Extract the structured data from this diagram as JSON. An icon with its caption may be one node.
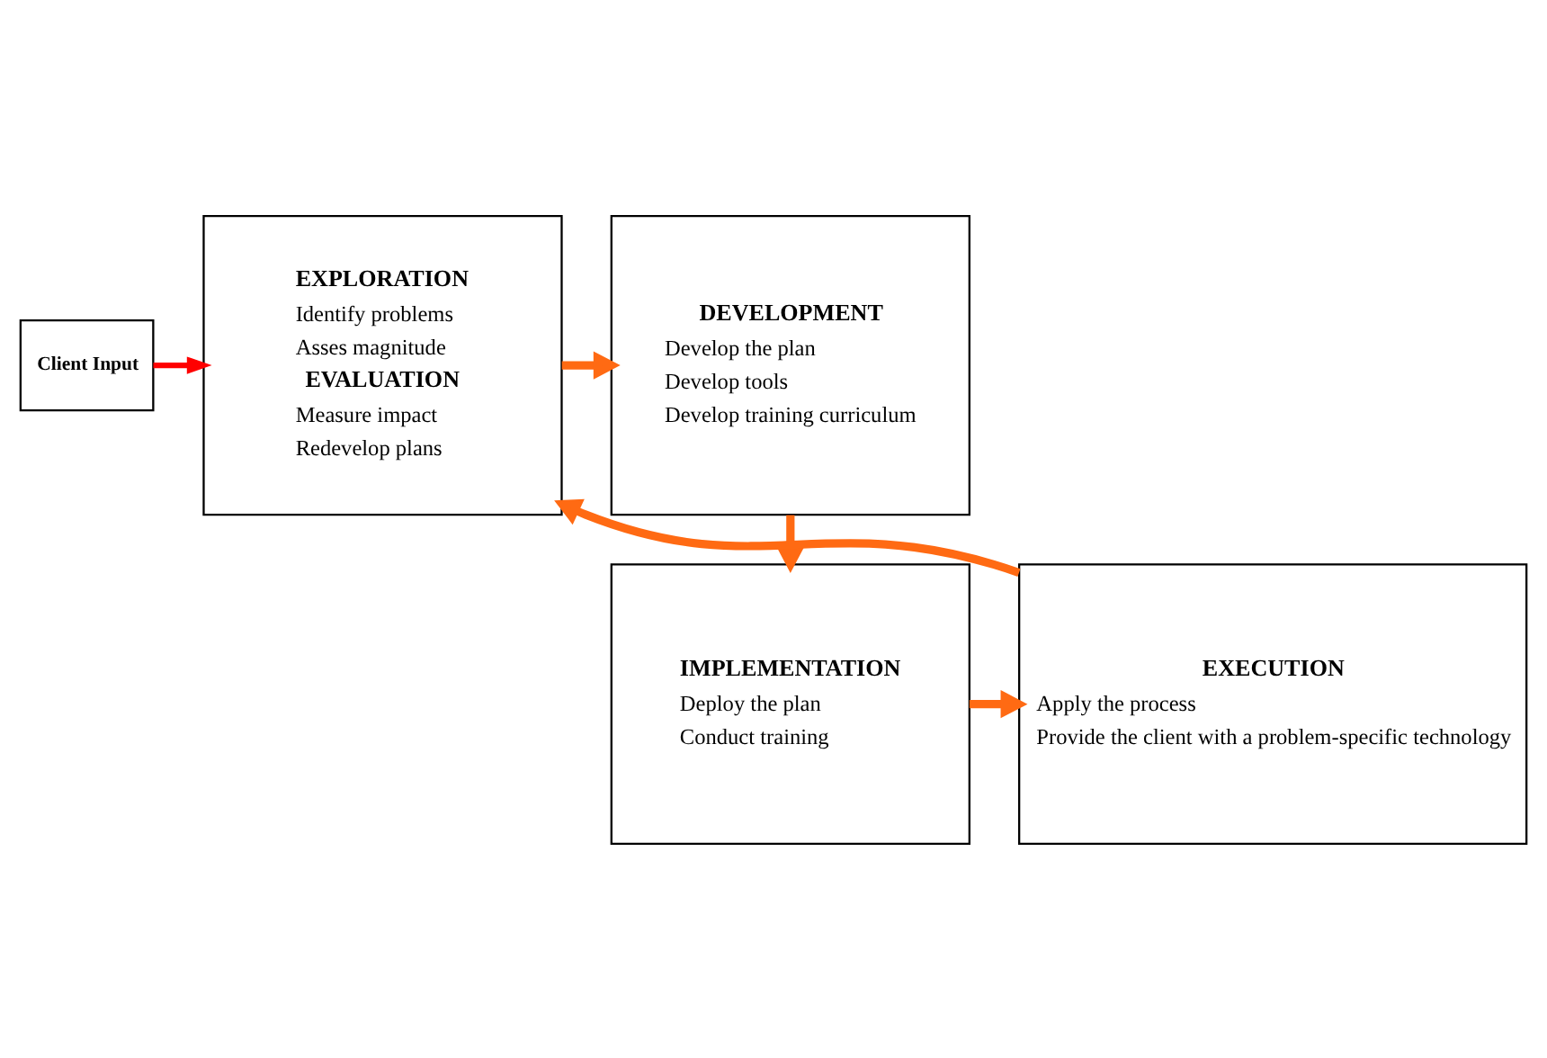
{
  "diagram": {
    "nodes": [
      {
        "text": [
          "Client Input"
        ]
      },
      {
        "text": [
          "EXPLORATION",
          "Identify problems",
          "Asses magnitude",
          "EVALUATION",
          "Measure impact",
          "Redevelop plans"
        ]
      },
      {
        "text": [
          "DEVELOPMENT",
          "Develop the plan",
          "Develop tools",
          "Develop training curriculum"
        ]
      },
      {
        "text": [
          "IMPLEMENTATION",
          "Deploy the plan",
          "Conduct training"
        ]
      },
      {
        "text": [
          "EXECUTION",
          "Apply the process",
          "Provide the client with a problem-specific technology"
        ]
      }
    ],
    "edges": [
      {
        "from": 0,
        "to": 1,
        "arrow": "to",
        "color": "#ff0000"
      },
      {
        "from": 1,
        "to": 2,
        "arrow": "to"
      },
      {
        "from": 2,
        "to": 3,
        "arrow": "to"
      },
      {
        "from": 3,
        "to": 4,
        "arrow": "to"
      },
      {
        "from": 4,
        "to": 1,
        "arrow": "to"
      }
    ]
  }
}
